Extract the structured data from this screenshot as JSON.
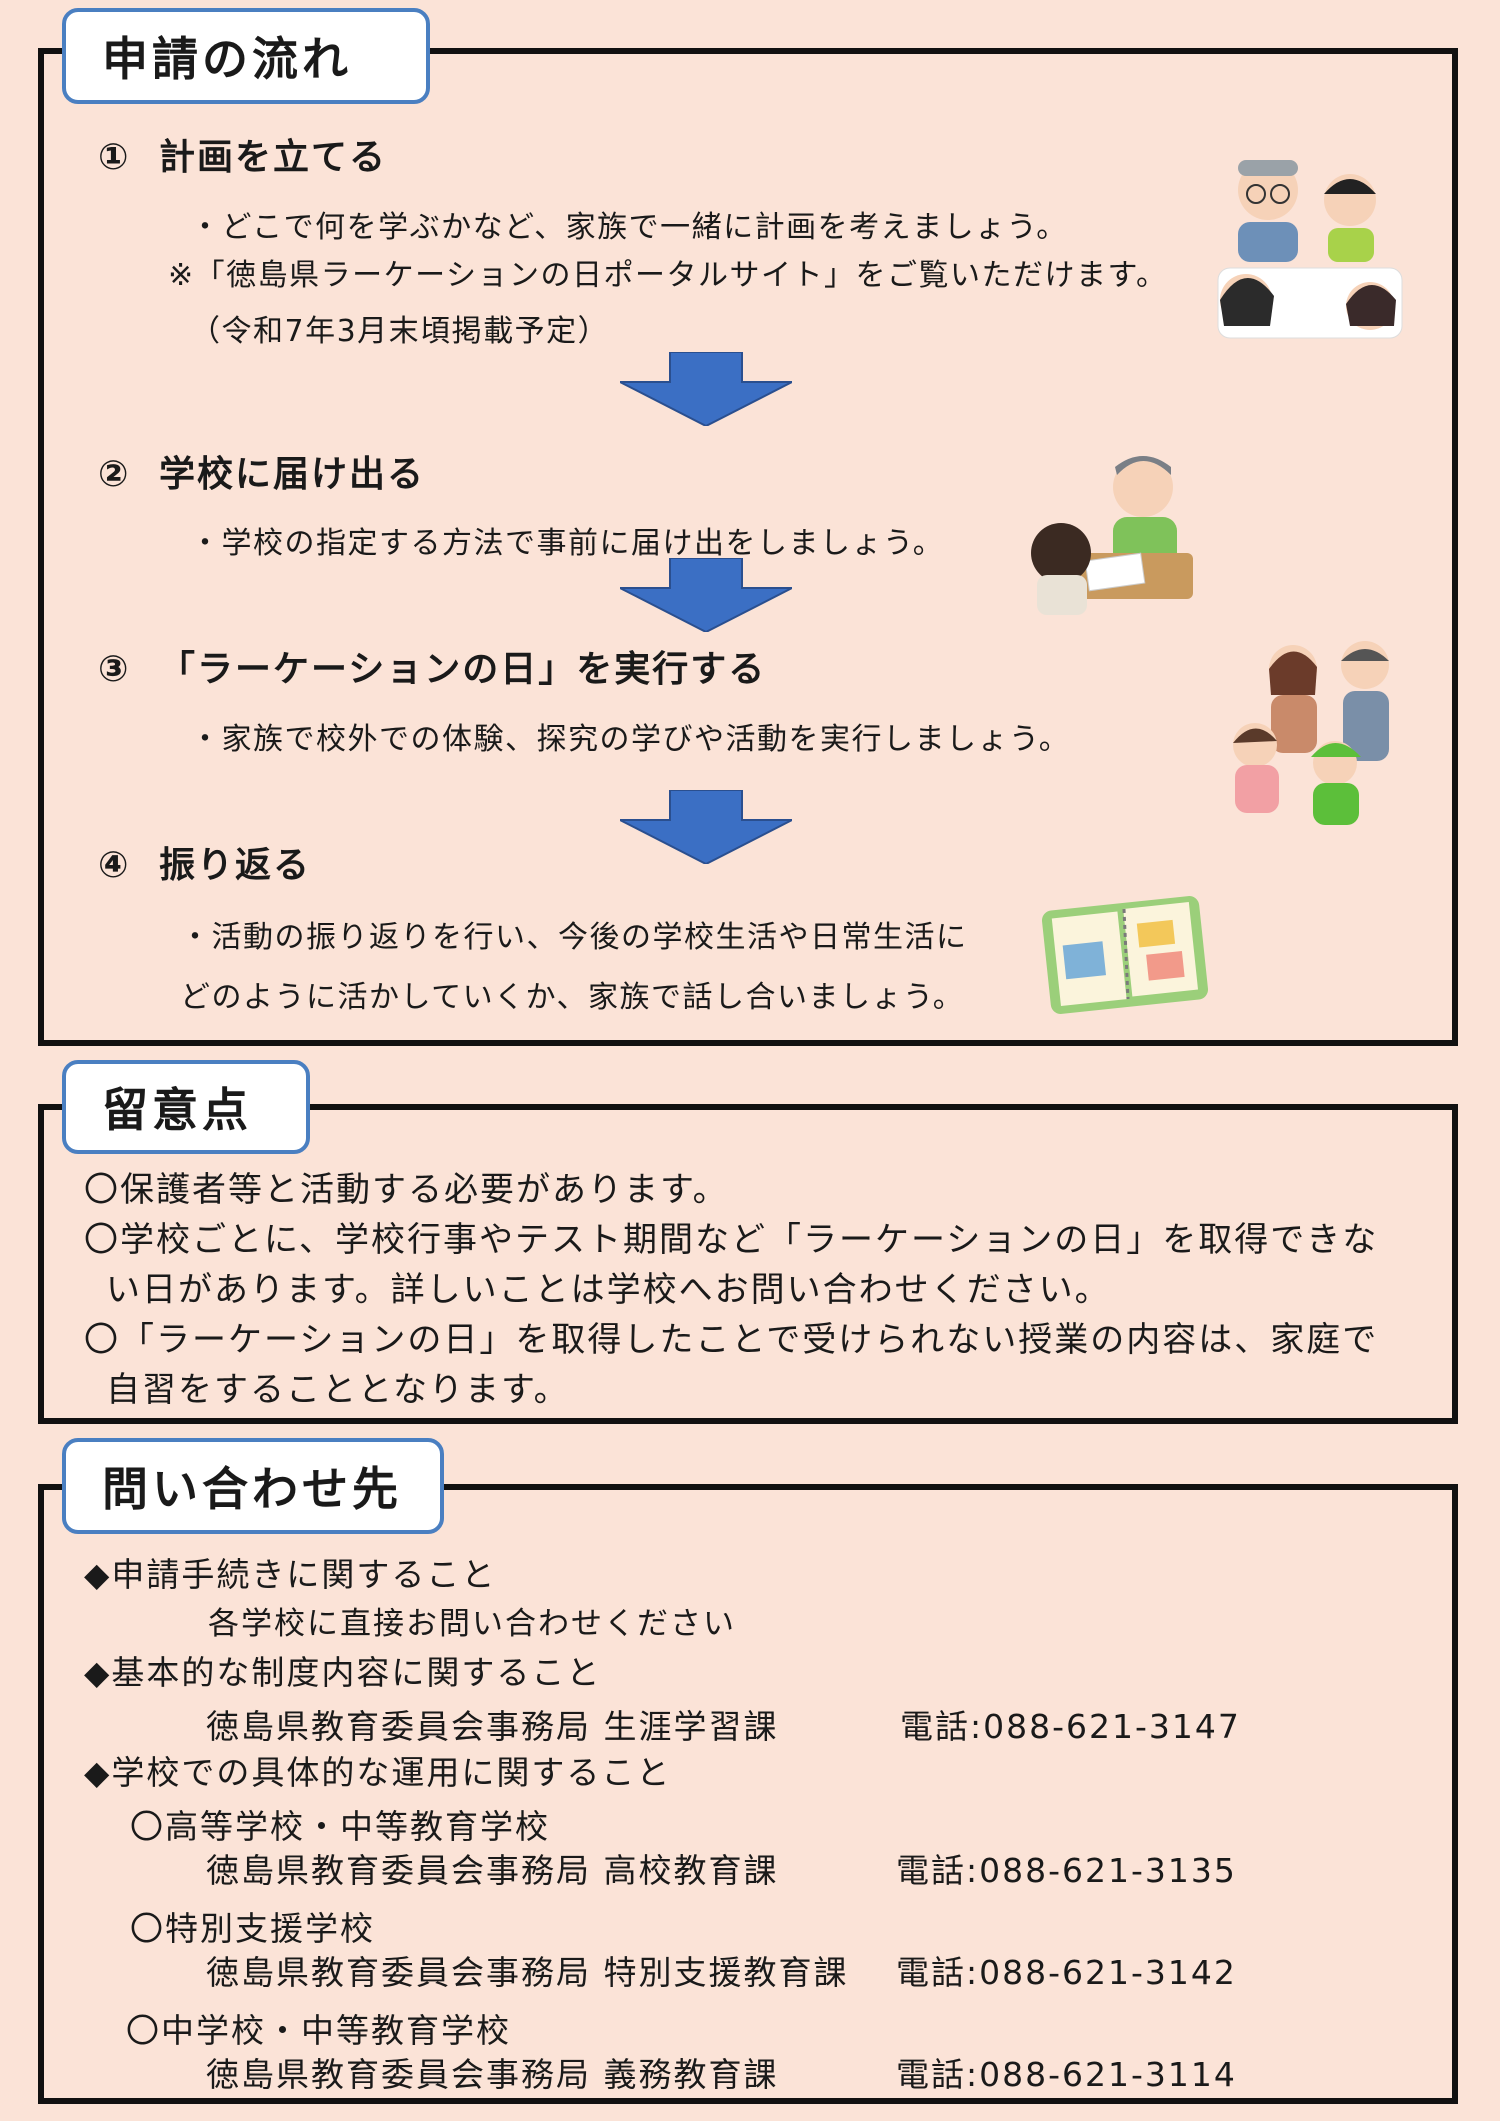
{
  "flow": {
    "heading": "申請の流れ",
    "steps": [
      {
        "number": "①",
        "title": "計画を立てる",
        "lines": [
          "・どこで何を学ぶかなど、家族で一緒に計画を考えましょう。",
          "※「徳島県ラーケーションの日ポータルサイト」をご覧いただけます。",
          "（令和7年3月末頃掲載予定）"
        ]
      },
      {
        "number": "②",
        "title": "学校に届け出る",
        "lines": [
          "・学校の指定する方法で事前に届け出をしましょう。"
        ]
      },
      {
        "number": "③",
        "title": "「ラーケーションの日」を実行する",
        "lines": [
          "・家族で校外での体験、探究の学びや活動を実行しましょう。"
        ]
      },
      {
        "number": "④",
        "title": "振り返る",
        "lines": [
          "・活動の振り返りを行い、今後の学校生活や日常生活に",
          "どのように活かしていくか、家族で話し合いましょう。"
        ]
      }
    ]
  },
  "notes": {
    "heading": "留意点",
    "lines": [
      "〇保護者等と活動する必要があります。",
      "〇学校ごとに、学校行事やテスト期間など「ラーケーションの日」を取得できな",
      "い日があります。詳しいことは学校へお問い合わせください。",
      "〇「ラーケーションの日」を取得したことで受けられない授業の内容は、家庭で",
      "自習をすることとなります。"
    ]
  },
  "contact": {
    "heading": "問い合わせ先",
    "procedure": {
      "title": "◆申請手続きに関すること",
      "text": "各学校に直接お問い合わせください"
    },
    "system": {
      "title": "◆基本的な制度内容に関すること",
      "office": "徳島県教育委員会事務局 生涯学習課",
      "phone": "電話:088-621-3147"
    },
    "operation": {
      "title": "◆学校での具体的な運用に関すること",
      "groups": [
        {
          "school": "〇高等学校・中等教育学校",
          "office": "徳島県教育委員会事務局 高校教育課",
          "phone": "電話:088-621-3135"
        },
        {
          "school": "〇特別支援学校",
          "office": "徳島県教育委員会事務局 特別支援教育課",
          "phone": "電話:088-621-3142"
        },
        {
          "school": "〇中学校・中等教育学校",
          "office": "徳島県教育委員会事務局 義務教育課",
          "phone": "電話:088-621-3114"
        }
      ]
    }
  },
  "colors": {
    "background": "#fbe3d7",
    "tab_border": "#4a7fc1",
    "arrow": "#3b6fc4"
  }
}
